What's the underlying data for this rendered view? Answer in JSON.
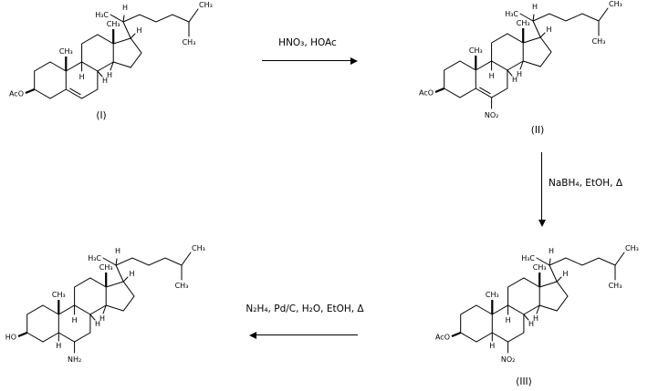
{
  "colors": {
    "ink": "#000000",
    "background": "#ffffff"
  },
  "labels": {
    "ch3": "CH₃",
    "h3c": "H₃C",
    "h": "H",
    "aco": "AcO",
    "ho": "HO",
    "no2": "NO₂",
    "nh2": "NH₂"
  },
  "captions": {
    "i": "(I)",
    "ii": "(II)",
    "iii": "(III)"
  },
  "reagents": {
    "step1": "HNO₃, HOAc",
    "step2": "NaBH₄, EtOH, Δ",
    "step3": "N₂H₄, Pd/C, H₂O, EtOH, Δ"
  }
}
